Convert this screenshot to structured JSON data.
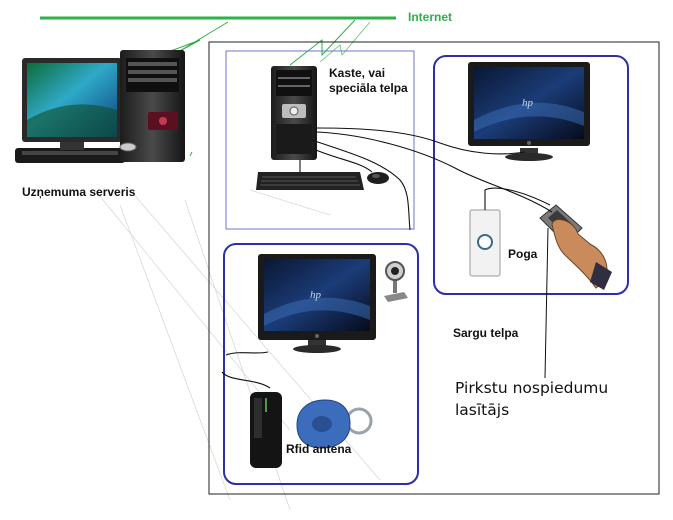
{
  "labels": {
    "internet": "Internet",
    "server": "Uzņemuma serveris",
    "box_room_line1": "Kaste, vai",
    "box_room_line2": "speciāla telpa",
    "button": "Poga",
    "guard_room": "Sargu telpa",
    "fingerprint_line1": "Pirkstu nospiedumu",
    "fingerprint_line2": "lasītājs",
    "rfid": "Rfid antena"
  },
  "colors": {
    "internet_line": "#2db14a",
    "zone_border": "#2b2fa8",
    "box_room_border": "#6f74c9",
    "cable": "#111111"
  },
  "icons": {
    "server_computer": "desktop-computer-icon",
    "tower_pc": "tower-pc-icon",
    "keyboard": "keyboard-icon",
    "mouse": "mouse-icon",
    "monitor": "monitor-icon",
    "webcam": "webcam-icon",
    "doorbell_button": "push-button-icon",
    "fingerprint_reader": "fingerprint-reader-icon",
    "rfid_reader": "rfid-reader-icon",
    "rfid_keyfob": "rfid-keyfob-icon"
  }
}
